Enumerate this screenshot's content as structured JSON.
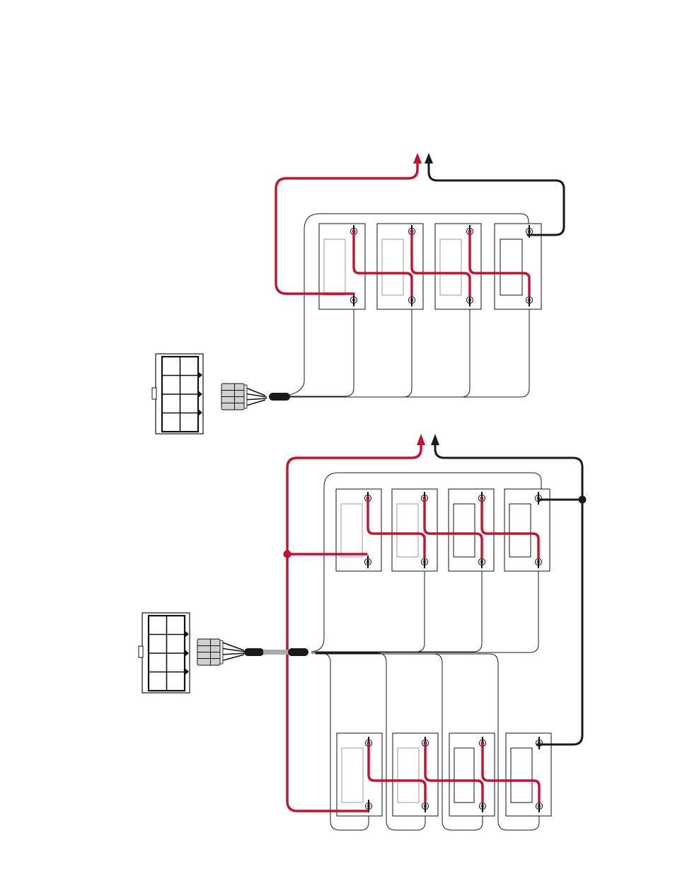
{
  "colors": {
    "positive_wire": "#c8102e",
    "negative_wire": "#1a1a1a",
    "sheath_grey": "#a9a9a9",
    "connector_grey": "#c8c8c8"
  },
  "icons": {
    "arrow": "arrow-up-icon",
    "terminal": "battery-terminal-icon",
    "connector": "charger-plug-icon",
    "junction": "junction-dot-icon"
  },
  "diagrams": [
    {
      "name": "four-battery-series",
      "battery_count": 4,
      "rows": 1
    },
    {
      "name": "eight-battery-series-parallel",
      "battery_count": 8,
      "rows": 2
    }
  ]
}
